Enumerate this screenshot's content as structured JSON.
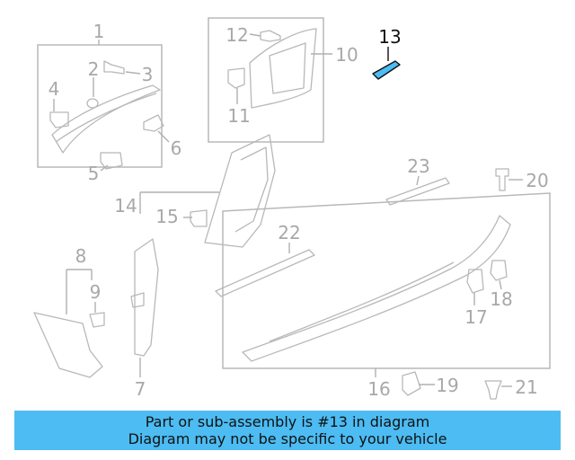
{
  "labels": {
    "p1": "1",
    "p2": "2",
    "p3": "3",
    "p4": "4",
    "p5": "5",
    "p6": "6",
    "p7": "7",
    "p8": "8",
    "p9": "9",
    "p10": "10",
    "p11": "11",
    "p12": "12",
    "p13": "13",
    "p14": "14",
    "p15": "15",
    "p16": "16",
    "p17": "17",
    "p18": "18",
    "p19": "19",
    "p20": "20",
    "p21": "21",
    "p22": "22",
    "p23": "23"
  },
  "highlight": {
    "part": "13",
    "color": "#4cbcf3"
  },
  "banner": {
    "line1": "Part or sub-assembly is #13 in diagram",
    "line2": "Diagram may not be specific to your vehicle",
    "color": "#4cbcf3"
  }
}
